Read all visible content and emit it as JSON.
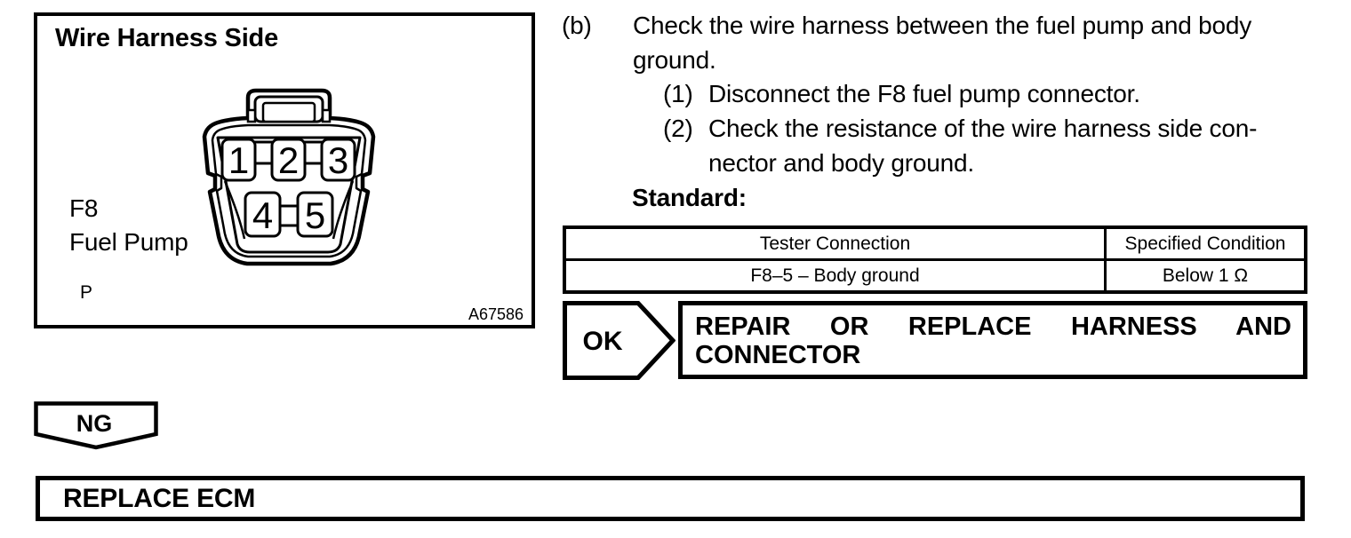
{
  "diagram": {
    "title": "Wire Harness Side",
    "connector_code": "F8",
    "connector_name": "Fuel Pump",
    "wire_color_code": "P",
    "figure_id": "A67586",
    "pins": {
      "p1": "1",
      "p2": "2",
      "p3": "3",
      "p4": "4",
      "p5": "5"
    }
  },
  "procedure": {
    "step_label": "(b)",
    "step_line1": "Check the wire harness between the fuel pump and body",
    "step_line2": "ground.",
    "sub1_label": "(1)",
    "sub1_line1": "Disconnect the F8 fuel pump connector.",
    "sub2_label": "(2)",
    "sub2_line1": "Check the resistance of the wire harness side con-",
    "sub2_line2": "nector and body ground.",
    "standard_label": "Standard:"
  },
  "spec_table": {
    "col1_header": "Tester Connection",
    "col2_header": "Specified Condition",
    "row1_col1": "F8–5 – Body ground",
    "row1_col2": "Below 1 Ω"
  },
  "ok_branch": {
    "label": "OK",
    "action_line1": "REPAIR OR REPLACE HARNESS AND",
    "action_line2": "CONNECTOR"
  },
  "ng_branch": {
    "label": "NG",
    "action": "REPLACE ECM"
  }
}
